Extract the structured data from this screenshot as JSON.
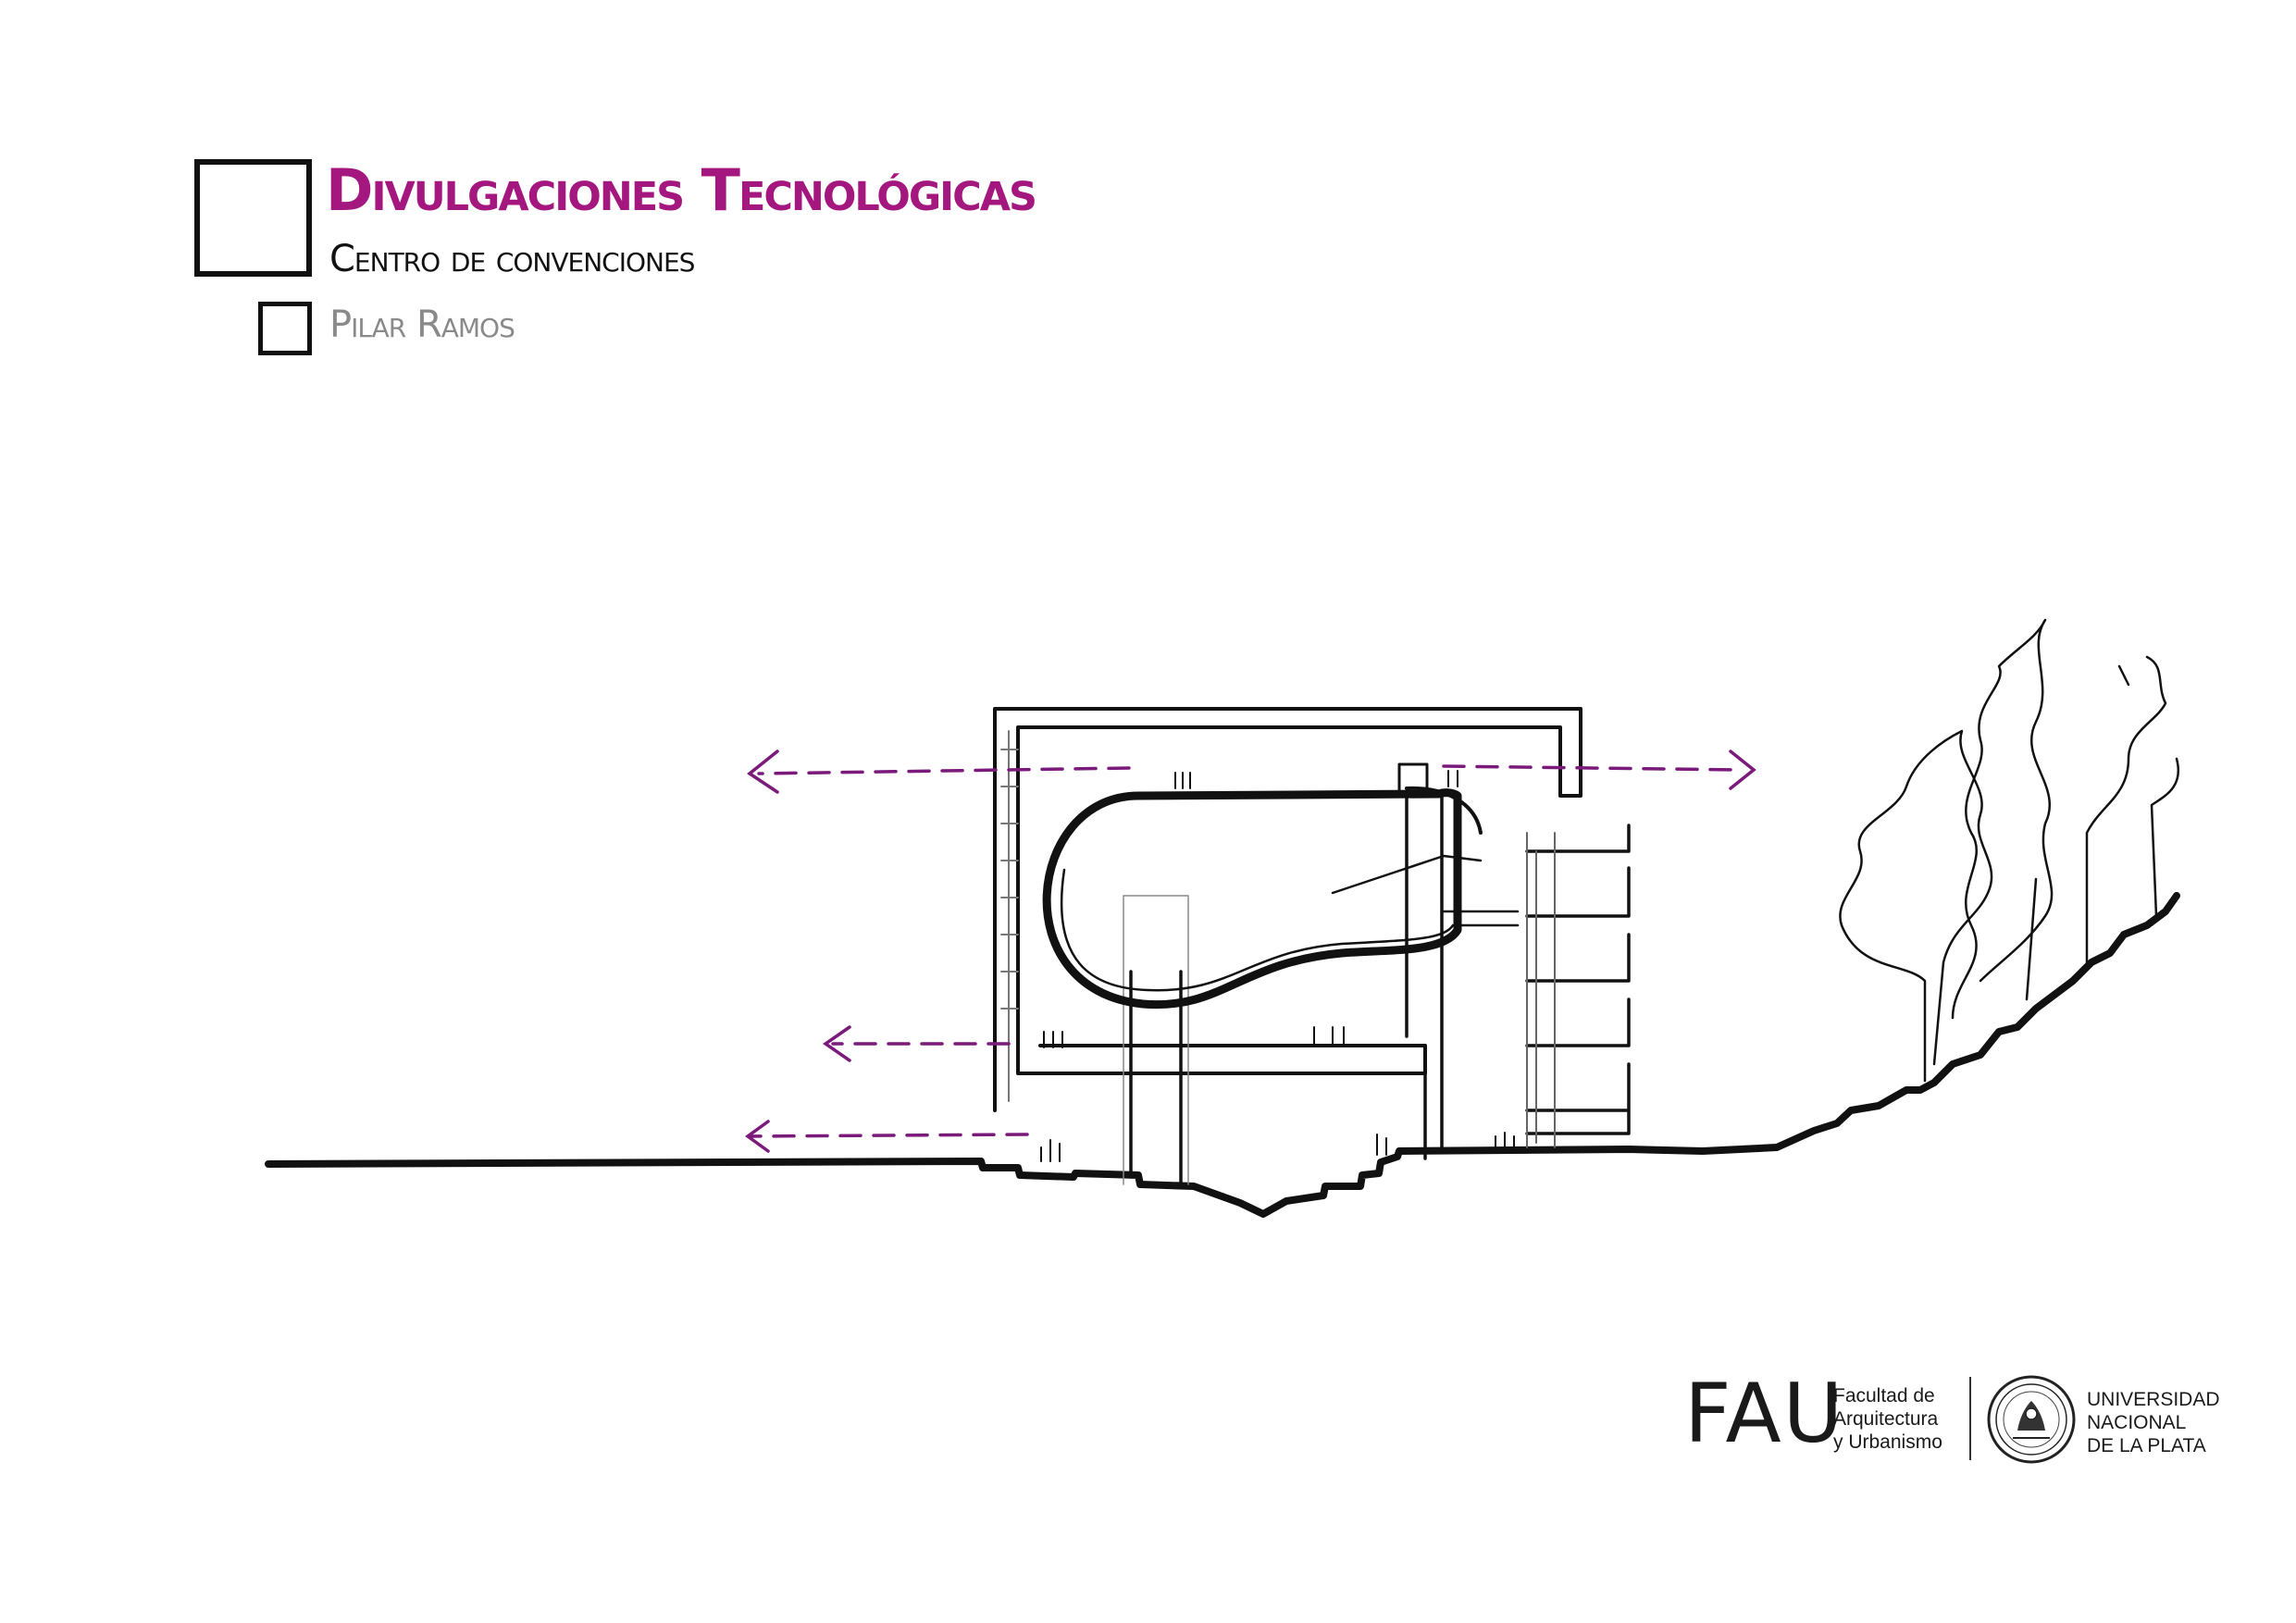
{
  "header": {
    "title": "Divulgaciones Tecnológicas",
    "subtitle": "Centro de convenciones",
    "author": "Pilar Ramos"
  },
  "logos": {
    "fau_mark": "FAU",
    "faculty_lines": [
      "Facultad de",
      "Arquitectura",
      "y Urbanismo"
    ],
    "university_lines": [
      "UNIVERSIDAD",
      "NACIONAL",
      "DE LA PLATA"
    ]
  },
  "colors": {
    "title": "#a3177f",
    "arrows": "#7a1a7a",
    "ink": "#111111",
    "author": "#8a8a8a"
  }
}
